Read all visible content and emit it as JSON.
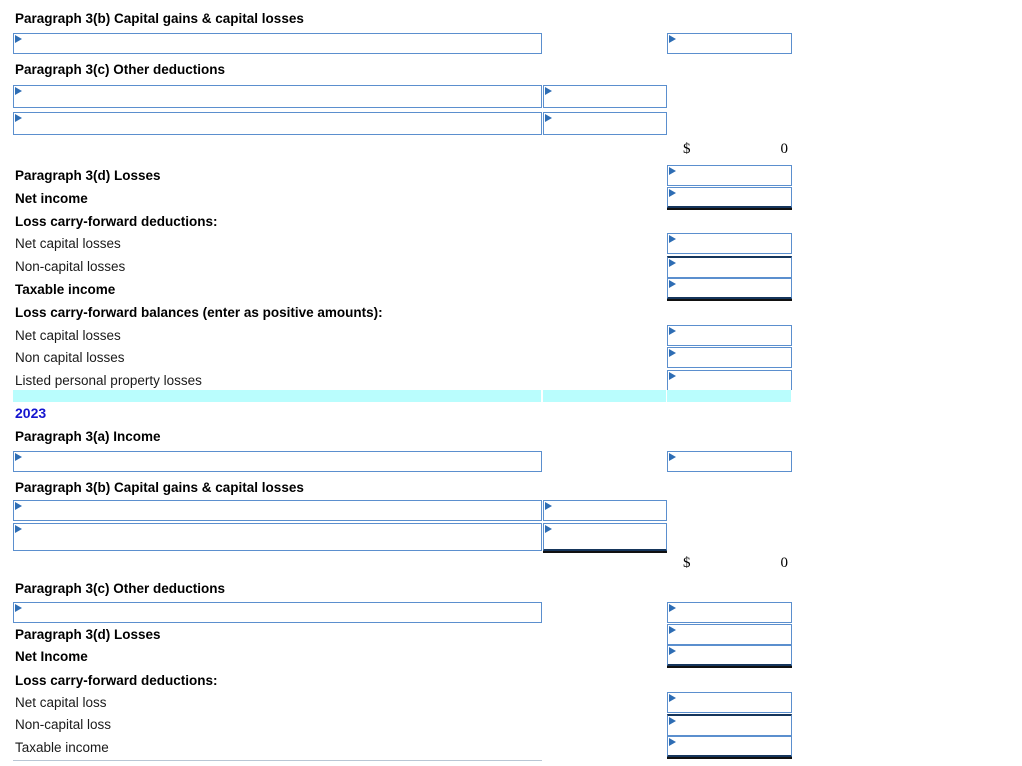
{
  "document": {
    "type": "tax-worksheet",
    "colors": {
      "cell_border": "#5b8fce",
      "marker": "#2e6db4",
      "total_rule": "#16365c",
      "year_heading": "#1515cf",
      "band": "#b9fdfd"
    }
  },
  "sections": [
    {
      "id": "year-prior",
      "rows": [
        {
          "id": "p3b-head",
          "label": "Paragraph 3(b) Capital gains & capital losses",
          "bold": true
        },
        {
          "id": "p3b-entry",
          "label": ""
        },
        {
          "id": "p3c-head",
          "label": "Paragraph 3(c) Other deductions",
          "bold": true
        },
        {
          "id": "p3c-1",
          "label": ""
        },
        {
          "id": "p3c-2",
          "label": ""
        },
        {
          "id": "p3c-sub",
          "label": ""
        },
        {
          "id": "p3d-head",
          "label": "Paragraph 3(d) Losses",
          "bold": true
        },
        {
          "id": "net-income",
          "label": "Net income",
          "bold": true
        },
        {
          "id": "lcf-head",
          "label": "Loss carry-forward deductions:",
          "bold": true
        },
        {
          "id": "lcf-ncl",
          "label": "Net capital losses",
          "bold": false
        },
        {
          "id": "lcf-nonc",
          "label": "Non-capital losses",
          "bold": false
        },
        {
          "id": "taxable",
          "label": "Taxable income",
          "bold": true
        },
        {
          "id": "bal-head",
          "label": "Loss carry-forward balances (enter as positive amounts):",
          "bold": true
        },
        {
          "id": "bal-ncl",
          "label": "Net capital losses",
          "bold": false
        },
        {
          "id": "bal-nonc",
          "label": "Non capital losses",
          "bold": false
        },
        {
          "id": "bal-lpp",
          "label": "Listed personal property losses",
          "bold": false
        }
      ],
      "subtotal": {
        "symbol": "$",
        "value": "0"
      }
    },
    {
      "id": "year-2023",
      "heading": "2023",
      "rows": [
        {
          "id": "p3a-head",
          "label": "Paragraph 3(a) Income",
          "bold": true
        },
        {
          "id": "p3a-entry",
          "label": ""
        },
        {
          "id": "p3b-head",
          "label": "Paragraph 3(b) Capital gains & capital losses",
          "bold": true
        },
        {
          "id": "p3b-1",
          "label": ""
        },
        {
          "id": "p3b-2",
          "label": ""
        },
        {
          "id": "p3b-sub",
          "label": ""
        },
        {
          "id": "p3c-head",
          "label": "Paragraph 3(c) Other deductions",
          "bold": true
        },
        {
          "id": "p3c-entry",
          "label": ""
        },
        {
          "id": "p3d-head",
          "label": "Paragraph 3(d) Losses",
          "bold": true
        },
        {
          "id": "net-income",
          "label": "Net Income",
          "bold": true
        },
        {
          "id": "lcf-head",
          "label": "Loss carry-forward deductions:",
          "bold": true
        },
        {
          "id": "lcf-ncl",
          "label": "Net capital loss",
          "bold": false
        },
        {
          "id": "lcf-nonc",
          "label": "Non-capital loss",
          "bold": false
        },
        {
          "id": "taxable",
          "label": "Taxable income",
          "bold": false
        }
      ],
      "subtotal": {
        "symbol": "$",
        "value": "0"
      }
    }
  ],
  "inputs": {
    "placeholder": "",
    "values": {
      "s1_p3b_wide": "",
      "s1_p3b_right": "",
      "s1_p3c_wide_1": "",
      "s1_p3c_mid_1": "",
      "s1_p3c_wide_2": "",
      "s1_p3c_mid_2": "",
      "s1_netincome_a": "",
      "s1_netincome_b": "",
      "s1_lcf_ncl": "",
      "s1_lcf_nonc": "",
      "s1_taxable": "",
      "s1_bal_ncl": "",
      "s1_bal_nonc": "",
      "s1_bal_lpp": "",
      "s2_p3a_wide": "",
      "s2_p3a_right": "",
      "s2_p3b_wide_1": "",
      "s2_p3b_mid_1": "",
      "s2_p3b_wide_2": "",
      "s2_p3b_mid_2": "",
      "s2_p3c_wide": "",
      "s2_p3c_right": "",
      "s2_netincome_a": "",
      "s2_netincome_b": "",
      "s2_lcf_ncl": "",
      "s2_lcf_nonc": "",
      "s2_taxable": ""
    }
  }
}
